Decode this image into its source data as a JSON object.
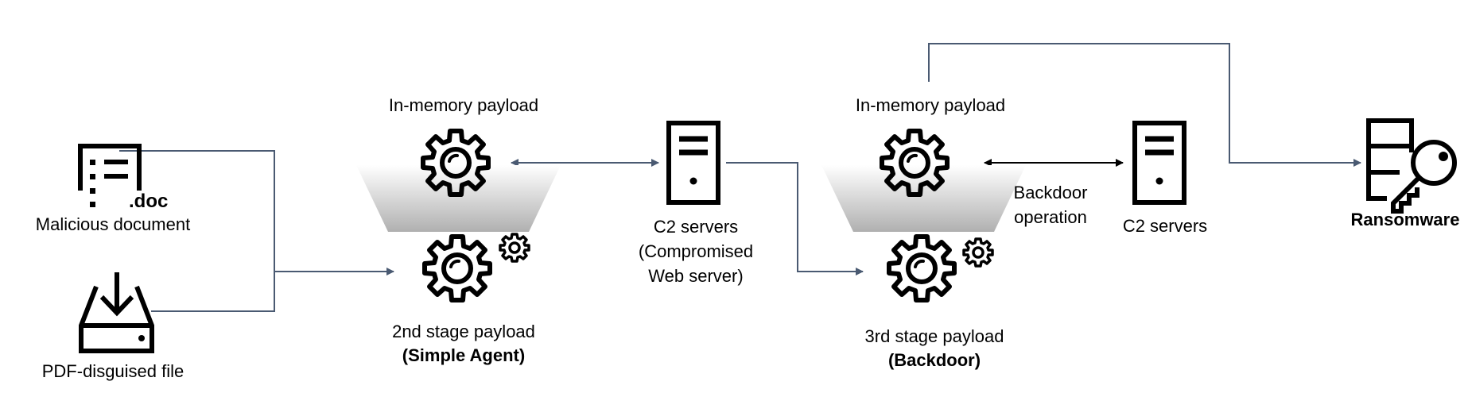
{
  "stage1": {
    "doc_ext": ".doc",
    "doc_label": "Malicious document",
    "pdf_label": "PDF-disguised file"
  },
  "stage2": {
    "memory_label": "In-memory payload",
    "payload_title": "2nd stage payload",
    "payload_name": "(Simple Agent)"
  },
  "c2_first": {
    "line1": "C2 servers",
    "line2": "(Compromised",
    "line3": "Web server)"
  },
  "stage3": {
    "memory_label": "In-memory payload",
    "payload_title": "3rd stage payload",
    "payload_name": "(Backdoor)",
    "operation_line1": "Backdoor",
    "operation_line2": "operation"
  },
  "c2_second": {
    "label": "C2 servers"
  },
  "ransomware": {
    "label": "Ransomware"
  },
  "icons": [
    "document-icon",
    "download-tray-icon",
    "gear-icon",
    "server-icon",
    "ransomware-icon"
  ],
  "colors": {
    "connector": "#4a5a72",
    "icon": "#000000",
    "funnel_top": "#ffffff",
    "funnel_bottom": "#b0b0b0"
  }
}
